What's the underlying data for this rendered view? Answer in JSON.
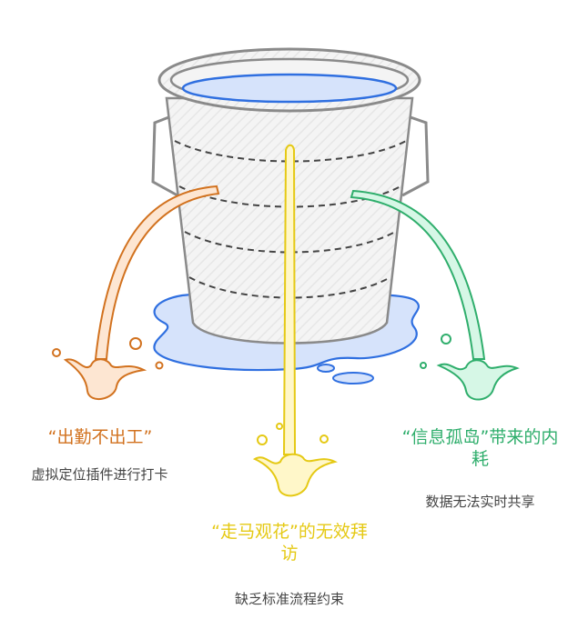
{
  "colors": {
    "orange": "#d2721f",
    "yellow": "#e5c914",
    "green": "#2fae6c",
    "blue": "#2f6fe0",
    "gray": "#8a8a8a"
  },
  "items": [
    {
      "title": "“出勤不出工”",
      "desc": "虚拟定位插件进行打卡"
    },
    {
      "title": "“走马观花”的无效拜访",
      "desc": "缺乏标准流程约束"
    },
    {
      "title": "“信息孤岛”带来的内耗",
      "desc": "数据无法实时共享"
    }
  ]
}
